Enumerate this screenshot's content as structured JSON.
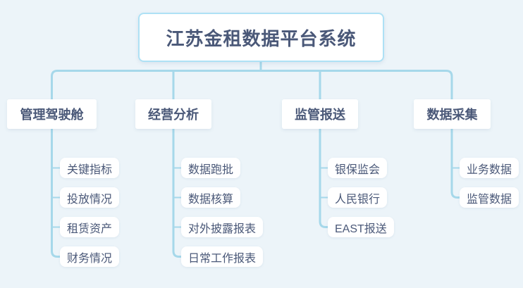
{
  "diagram": {
    "title": "江苏金租数据平台系统",
    "branches": [
      {
        "label": "管理驾驶舱",
        "children": [
          "关键指标",
          "投放情况",
          "租赁资产",
          "财务情况"
        ]
      },
      {
        "label": "经营分析",
        "children": [
          "数据跑批",
          "数据核算",
          "对外披露报表",
          "日常工作报表"
        ]
      },
      {
        "label": "监管报送",
        "children": [
          "银保监会",
          "人民银行",
          "EAST报送"
        ]
      },
      {
        "label": "数据采集",
        "children": [
          "业务数据",
          "监管数据"
        ]
      }
    ],
    "colors": {
      "background": "#ecf4f9",
      "connector_line": "#a6d8ea",
      "text": "#4a5878",
      "node_background": "#ffffff",
      "root_border": "#aee1f5"
    }
  }
}
